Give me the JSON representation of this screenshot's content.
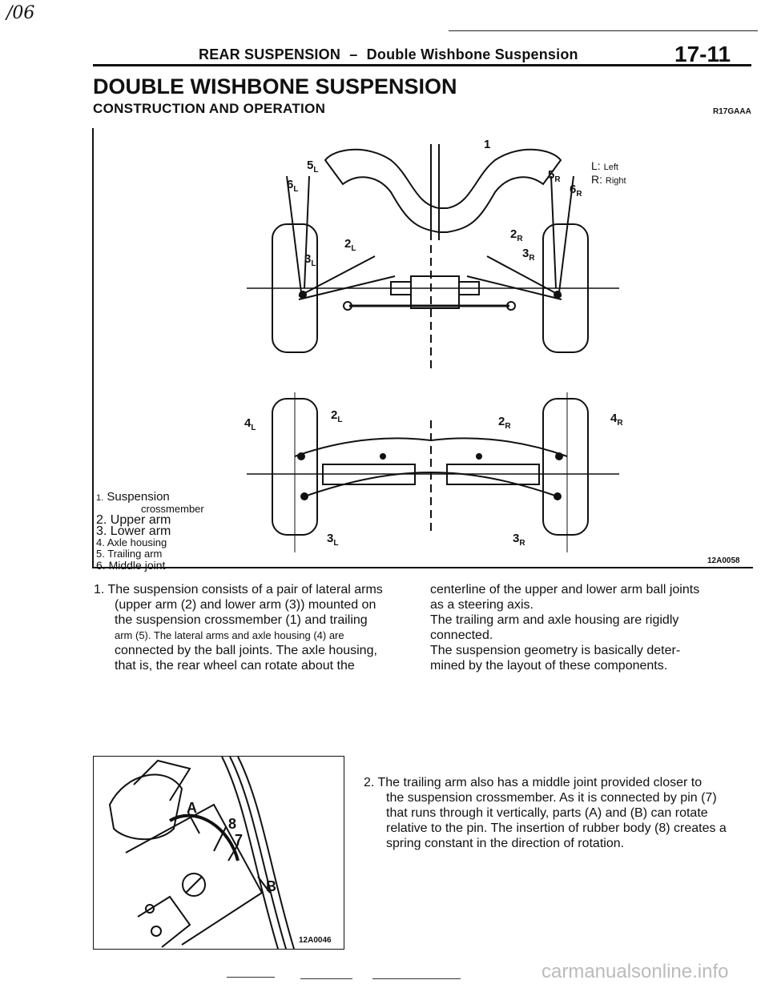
{
  "page_mark": "/06",
  "header": {
    "title_part1": "REAR SUSPENSION",
    "dash": "–",
    "title_part2": "Double Wishbone",
    "title_part3": "Suspension",
    "page_number": "17-11"
  },
  "section": {
    "title": "DOUBLE WISHBONE SUSPENSION",
    "subtitle": "CONSTRUCTION AND OPERATION",
    "code": "R17GAAA"
  },
  "figure1": {
    "key": [
      {
        "letter": "L:",
        "meaning": "Left"
      },
      {
        "letter": "R:",
        "meaning": "Right"
      }
    ],
    "legend": [
      {
        "num": "1.",
        "text": "Suspension"
      },
      {
        "num": "",
        "text": "crossmember"
      },
      {
        "num": "2.",
        "text": "Upper arm"
      },
      {
        "num": "3.",
        "text": "Lower arm"
      },
      {
        "num": "4.",
        "text": "Axle housing"
      },
      {
        "num": "5.",
        "text": "Trailing arm"
      },
      {
        "num": "6.",
        "text": "Middle joint"
      }
    ],
    "code": "12A0058"
  },
  "paragraph1": {
    "left_lines": [
      "1. The suspension consists of a pair of lateral arms",
      "(upper arm (2) and lower arm (3)) mounted on",
      "the suspension crossmember (1) and trailing",
      "arm (5). The lateral arms and axle housing (4) are",
      "connected by the ball joints. The axle housing,",
      "that is, the rear wheel can rotate about the"
    ],
    "right_lines": [
      "centerline of the upper and lower arm ball joints",
      "as a steering axis.",
      "The trailing arm and axle housing are rigidly",
      "connected.",
      "The suspension geometry is basically deter-",
      "mined by the layout of these components."
    ]
  },
  "figure2": {
    "labels": [
      "A",
      "8",
      "7",
      "B"
    ],
    "code": "12A0046"
  },
  "paragraph2": {
    "lines": [
      "2. The trailing arm also has a middle joint provided closer to",
      "the suspension crossmember. As it is connected by pin (7)",
      "that runs through it vertically, parts (A) and (B) can rotate",
      "relative to the pin. The insertion of rubber body (8) creates a",
      "spring constant in the direction of rotation."
    ]
  },
  "watermark": "carmanualsonline.info"
}
